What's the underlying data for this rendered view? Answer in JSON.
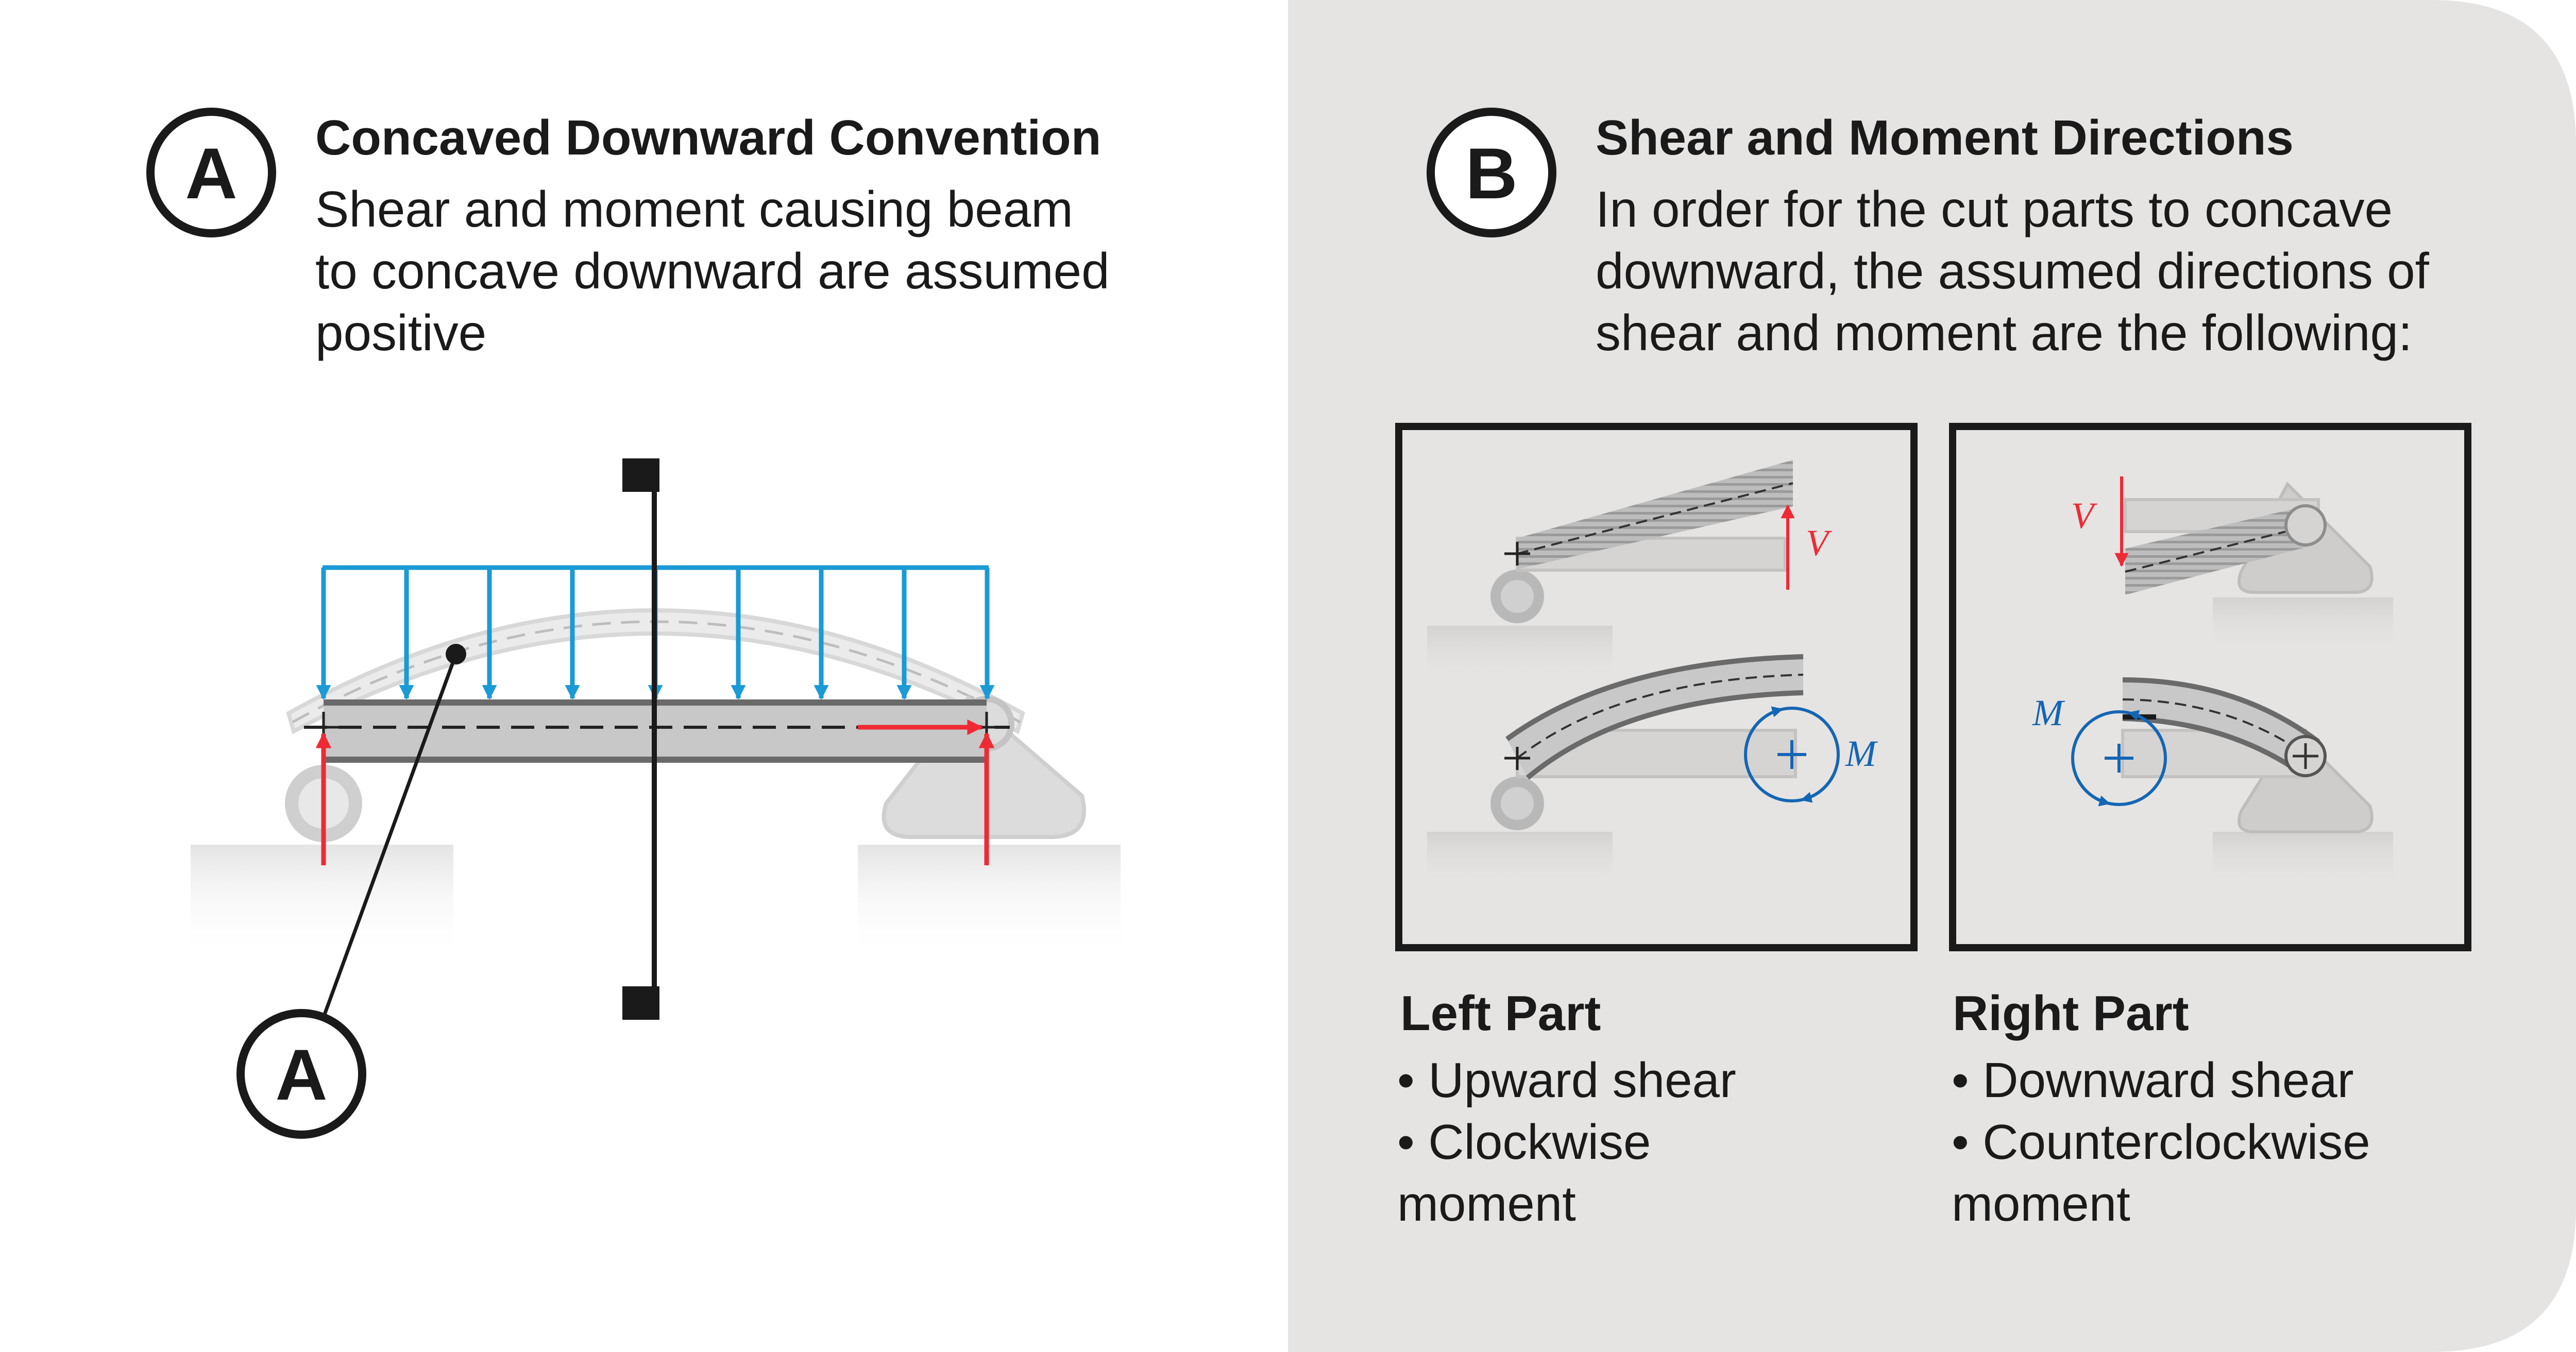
{
  "colors": {
    "panel_bg": "#e6e4e2",
    "load_arrow": "#1a9ad6",
    "reaction_arrow": "#ee2a35",
    "moment_arrow": "#1565b5",
    "beam_fill": "#c8c8c8",
    "beam_edge": "#6a6a6a",
    "outline": "#1a1a1a"
  },
  "section_a": {
    "badge": "A",
    "title": "Concaved Downward Convention",
    "text_lines": [
      "Shear and moment causing beam",
      "to concave downward are assumed",
      "positive"
    ],
    "callout_badge": "A"
  },
  "section_b": {
    "badge": "B",
    "title": "Shear and Moment Directions",
    "text_lines": [
      "In order for the cut parts to concave",
      "downward, the assumed directions of",
      "shear and moment are the following:"
    ],
    "left_part": {
      "shear_symbol": "V",
      "moment_symbol": "M",
      "title": "Left Part",
      "bullets": [
        "• Upward shear",
        "• Clockwise",
        "moment"
      ]
    },
    "right_part": {
      "shear_symbol": "V",
      "moment_symbol": "M",
      "title": "Right Part",
      "bullets": [
        "• Downward shear",
        "• Counterclockwise",
        "moment"
      ]
    }
  }
}
